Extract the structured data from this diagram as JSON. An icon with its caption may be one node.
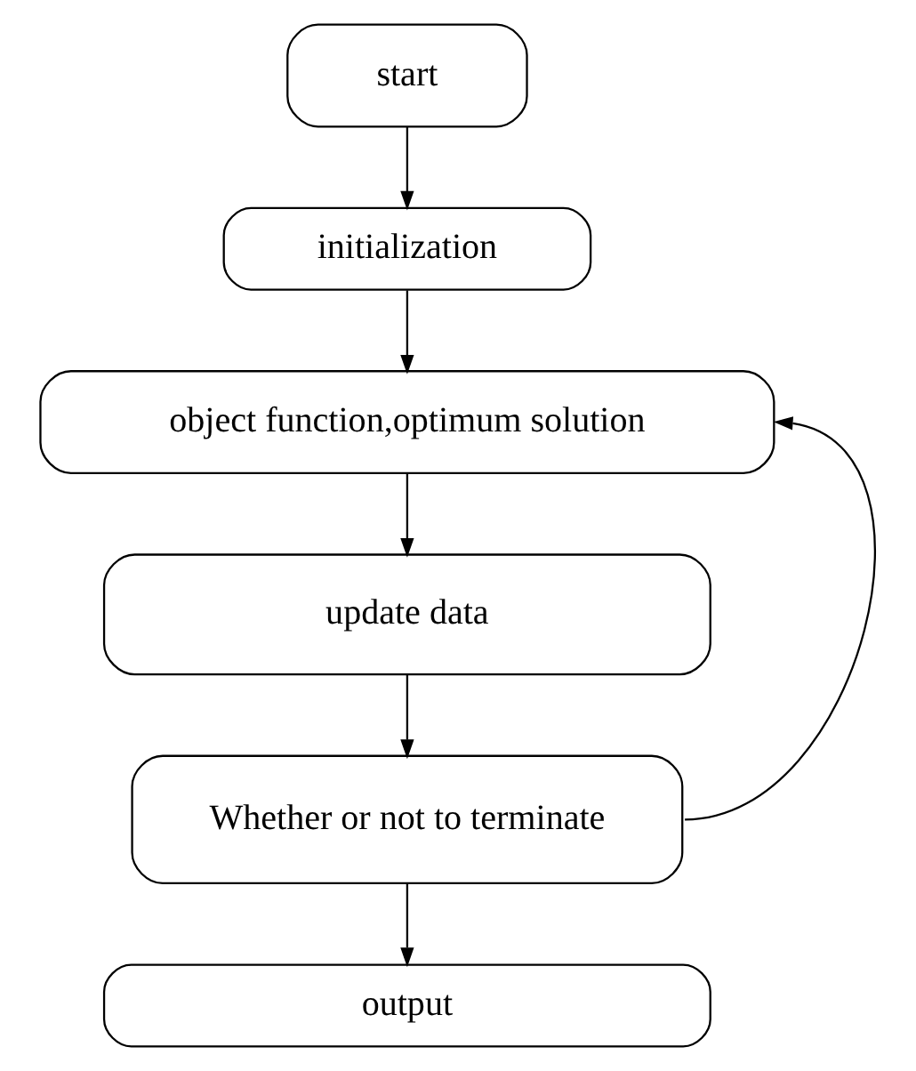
{
  "diagram": {
    "nodes": [
      {
        "text": [
          "start"
        ]
      },
      {
        "text": [
          "initialization"
        ]
      },
      {
        "text": [
          "object function,optimum solution"
        ]
      },
      {
        "text": [
          "update data"
        ]
      },
      {
        "text": [
          "Whether or not to terminate"
        ]
      },
      {
        "text": [
          "output"
        ]
      }
    ],
    "edges": [
      {
        "from": 0,
        "to": 1,
        "arrow": "to"
      },
      {
        "from": 1,
        "to": 2,
        "arrow": "to"
      },
      {
        "from": 2,
        "to": 3,
        "arrow": "to"
      },
      {
        "from": 3,
        "to": 4,
        "arrow": "to"
      },
      {
        "from": 4,
        "to": 2,
        "arrow": "to"
      },
      {
        "from": 4,
        "to": 5,
        "arrow": "to"
      }
    ]
  }
}
